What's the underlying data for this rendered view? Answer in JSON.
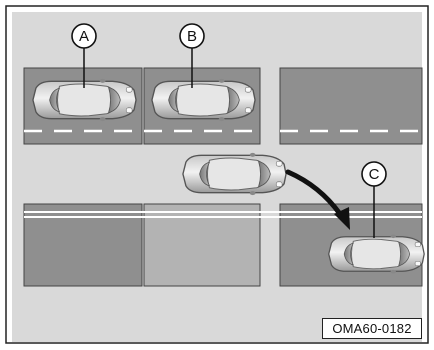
{
  "diagram": {
    "callouts": [
      {
        "id": "A",
        "label": "A"
      },
      {
        "id": "B",
        "label": "B"
      },
      {
        "id": "C",
        "label": "C"
      }
    ],
    "figure_code": "OMA60-0182",
    "colors": {
      "road": "#d9d9d9",
      "parking_space": "#8f8f8f",
      "parking_space_light": "#b3b3b3",
      "lane_marking": "#ffffff",
      "car_body": "#a6a6a6",
      "arrow": "#111111"
    }
  }
}
